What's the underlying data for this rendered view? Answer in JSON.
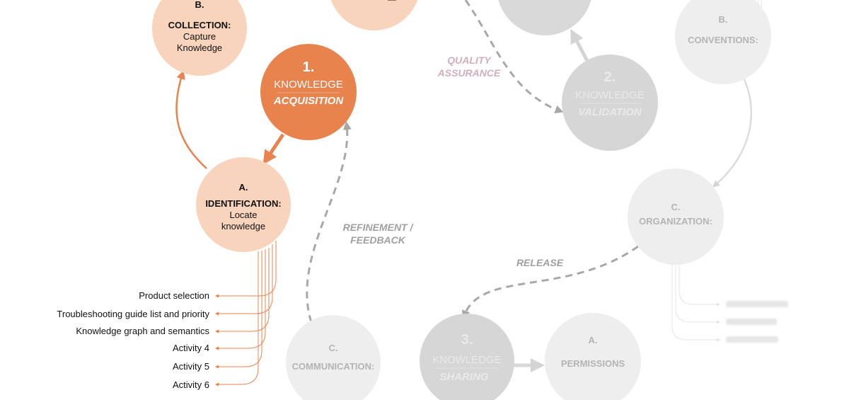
{
  "colors": {
    "accent_dark": "#e8834e",
    "accent_light": "#f8d4bc",
    "gray_node": "#d6d6d6",
    "gray_light_node": "#eeeeee",
    "gray_text": "#bdbdbd",
    "arrow_gray": "#a8a8a8",
    "flow_label_pink": "#d0b0b6",
    "flow_label_gray": "#a0a0a0"
  },
  "stage1": {
    "number": "1.",
    "title": "KNOWLEDGE",
    "subtitle": "ACQUISITION",
    "identification": {
      "letter": "A.",
      "heading": "IDENTIFICATION:",
      "line1": "Locate",
      "line2": "knowledge"
    },
    "collection": {
      "letter": "B.",
      "heading": "COLLECTION:",
      "line1": "Capture",
      "line2": "Knowledge"
    },
    "communication": {
      "letter": "C.",
      "heading": "COMMUNICATION:"
    },
    "activities": [
      "Product selection",
      "Troubleshooting guide list and priority",
      "Knowledge graph and semantics",
      "Activity 4",
      "Activity 5",
      "Activity 6"
    ]
  },
  "stage2": {
    "number": "2.",
    "title": "KNOWLEDGE",
    "subtitle": "VALIDATION",
    "conventions": {
      "letter": "B.",
      "heading": "CONVENTIONS:"
    },
    "organization": {
      "letter": "C.",
      "heading": "ORGANIZATION:"
    }
  },
  "stage3": {
    "number": "3.",
    "title": "KNOWLEDGE",
    "subtitle": "SHARING",
    "permissions": {
      "letter": "A.",
      "heading": "PERMISSIONS"
    }
  },
  "flows": {
    "quality_assurance_1": "QUALITY",
    "quality_assurance_2": "ASSURANCE",
    "refinement_1": "REFINEMENT /",
    "refinement_2": "FEEDBACK",
    "release": "RELEASE"
  }
}
